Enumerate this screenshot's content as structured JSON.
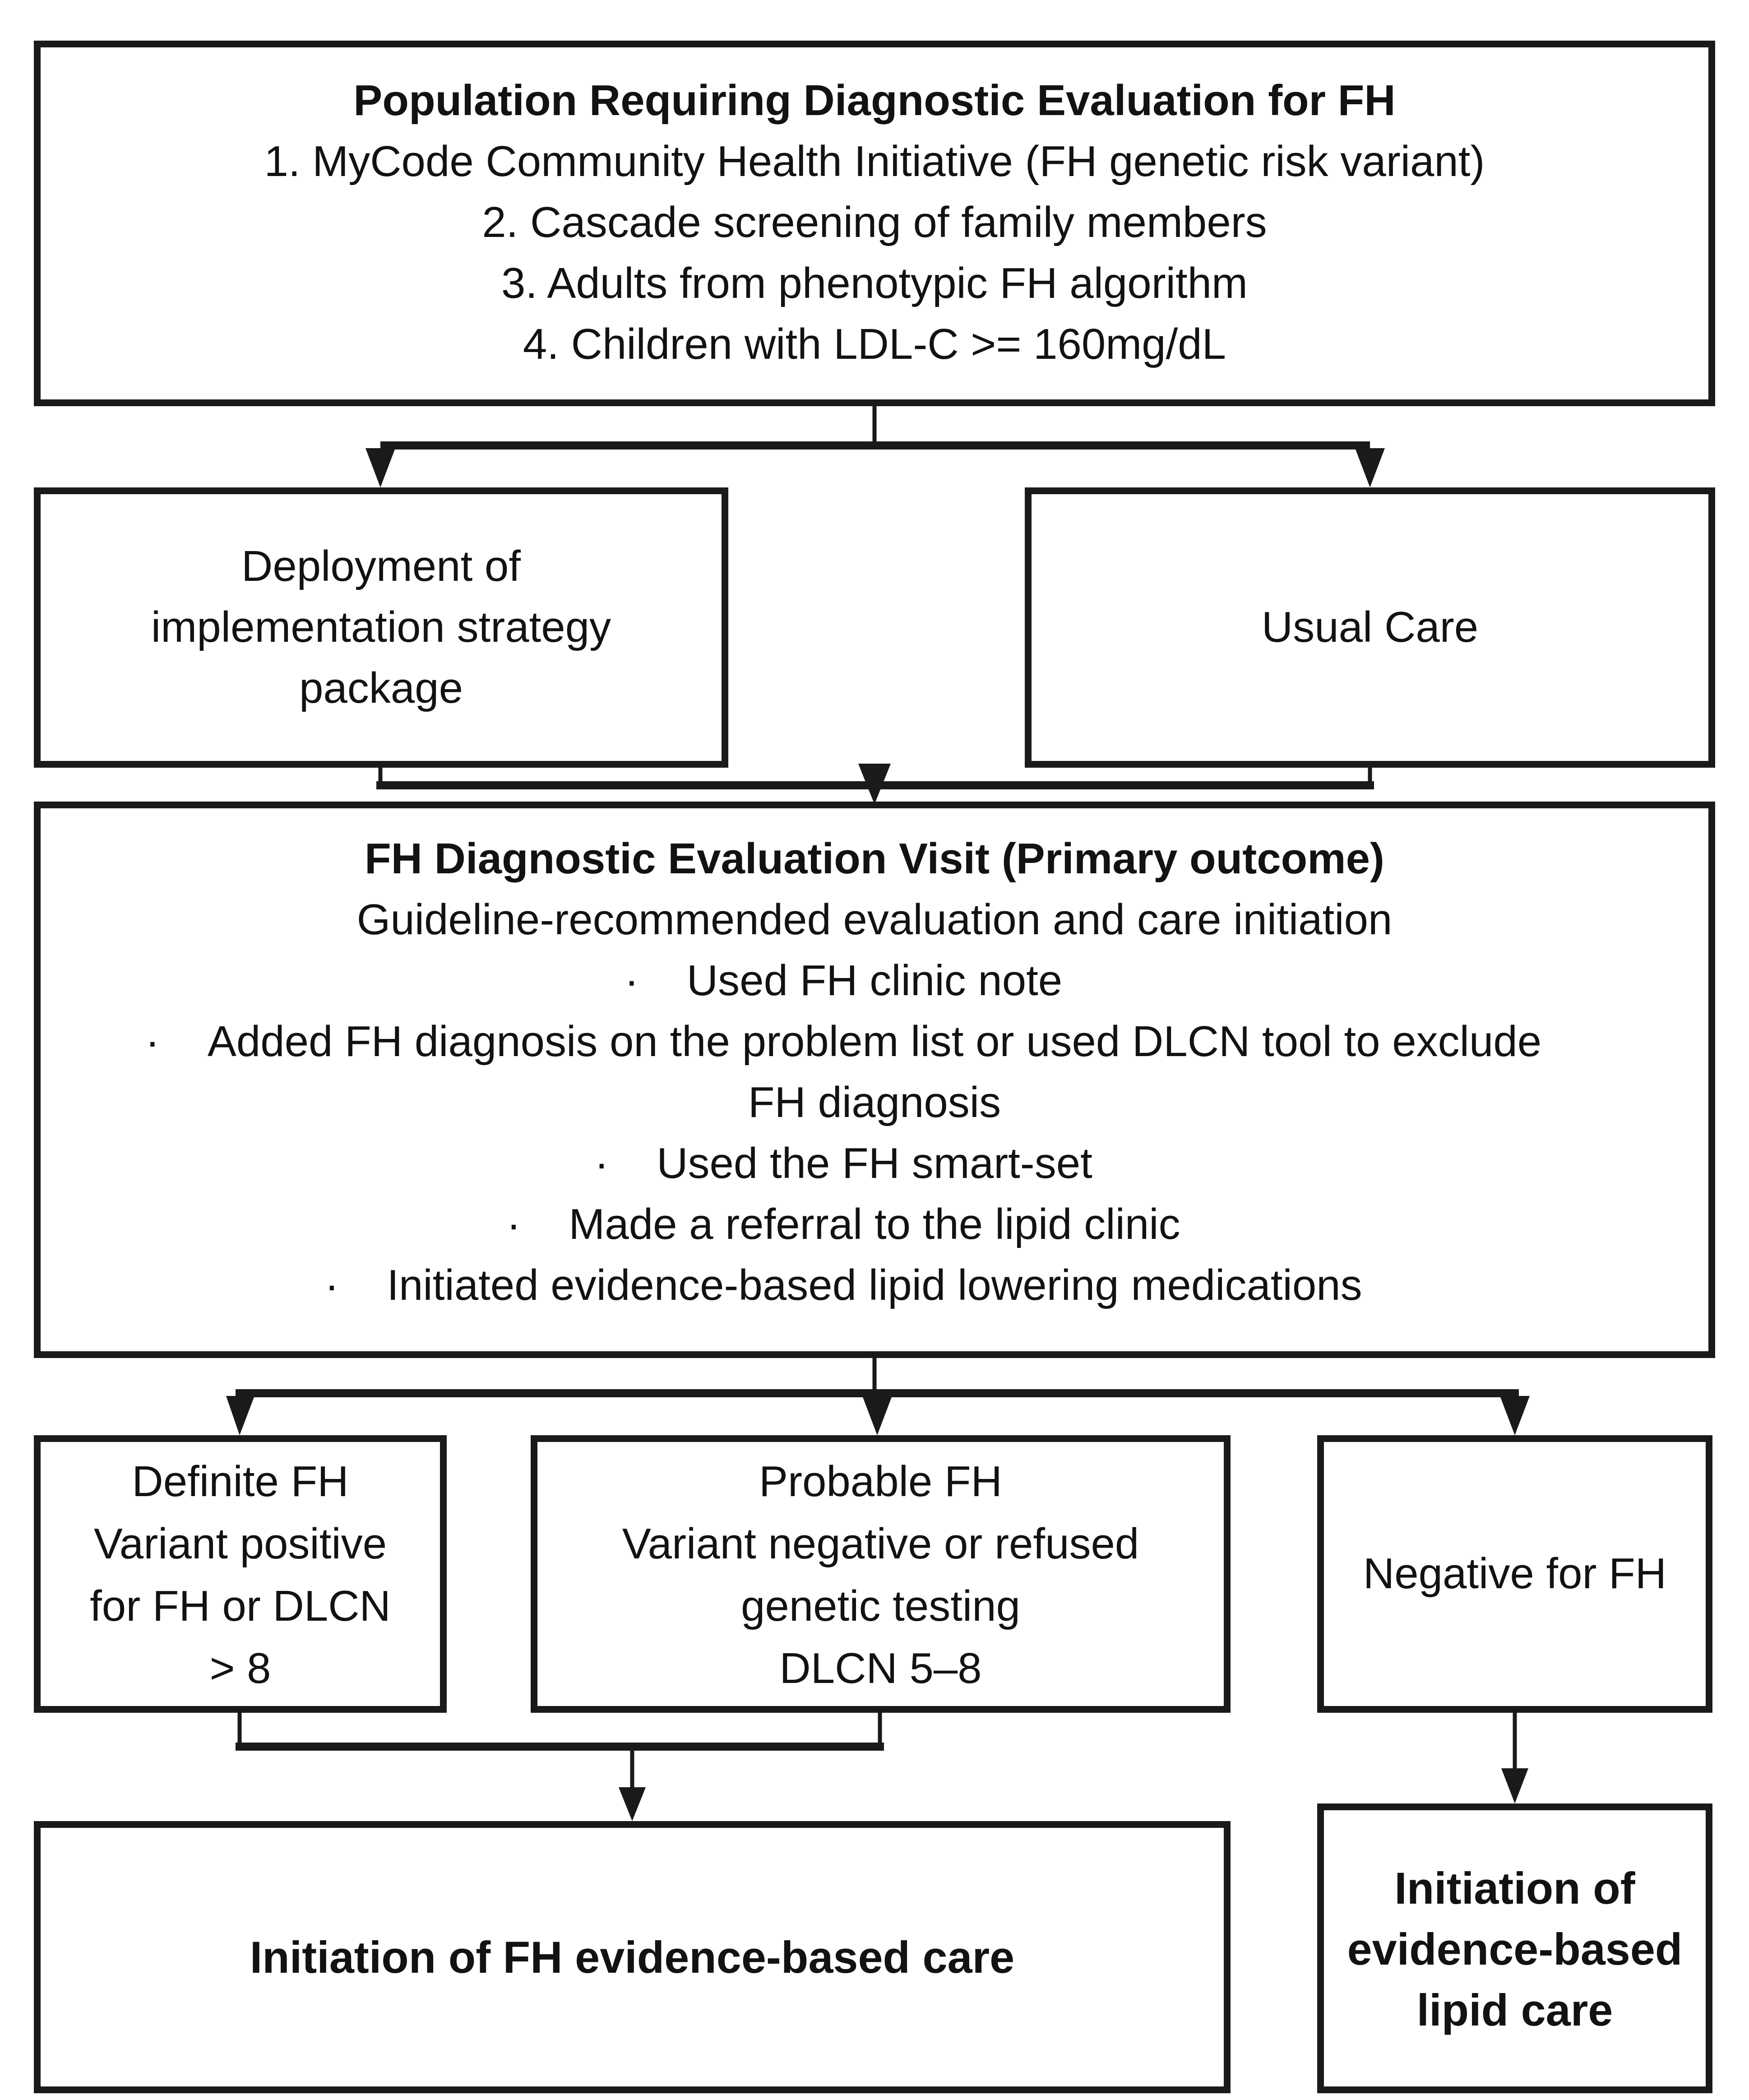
{
  "colors": {
    "background": "#ffffff",
    "line_and_border": "#1a1a1a",
    "text": "#121212"
  },
  "list_marker": "·",
  "top_box": {
    "title": "Population Requiring Diagnostic Evaluation for FH",
    "items": [
      "1. MyCode Community Health Initiative (FH genetic risk variant)",
      "2. Cascade screening of family members",
      "3. Adults from phenotypic FH algorithm",
      "4. Children with LDL-C >= 160mg/dL"
    ]
  },
  "deployment_box": {
    "lines": [
      "Deployment of",
      "implementation strategy",
      "package"
    ]
  },
  "usual_care_box": {
    "label": "Usual Care"
  },
  "evaluation_box": {
    "title": "FH Diagnostic Evaluation Visit (Primary outcome)",
    "subtitle": "Guideline-recommended evaluation and care initiation",
    "bullets": [
      "Used FH clinic note",
      "Added FH diagnosis on the problem list or used DLCN tool to exclude",
      "FH diagnosis",
      "Used the FH smart-set",
      "Made a referral to the lipid clinic",
      "Initiated evidence-based lipid lowering medications"
    ]
  },
  "definite_box": {
    "lines": [
      "Definite FH",
      "Variant positive",
      "for FH or DLCN",
      "> 8"
    ]
  },
  "probable_box": {
    "lines": [
      "Probable FH",
      "Variant negative or refused",
      "genetic testing",
      "DLCN 5–8"
    ]
  },
  "negative_box": {
    "label": "Negative for FH"
  },
  "fh_care_box": {
    "label": "Initiation of FH evidence-based care"
  },
  "lipid_care_box": {
    "lines": [
      "Initiation of",
      "evidence-based",
      "lipid care"
    ]
  }
}
